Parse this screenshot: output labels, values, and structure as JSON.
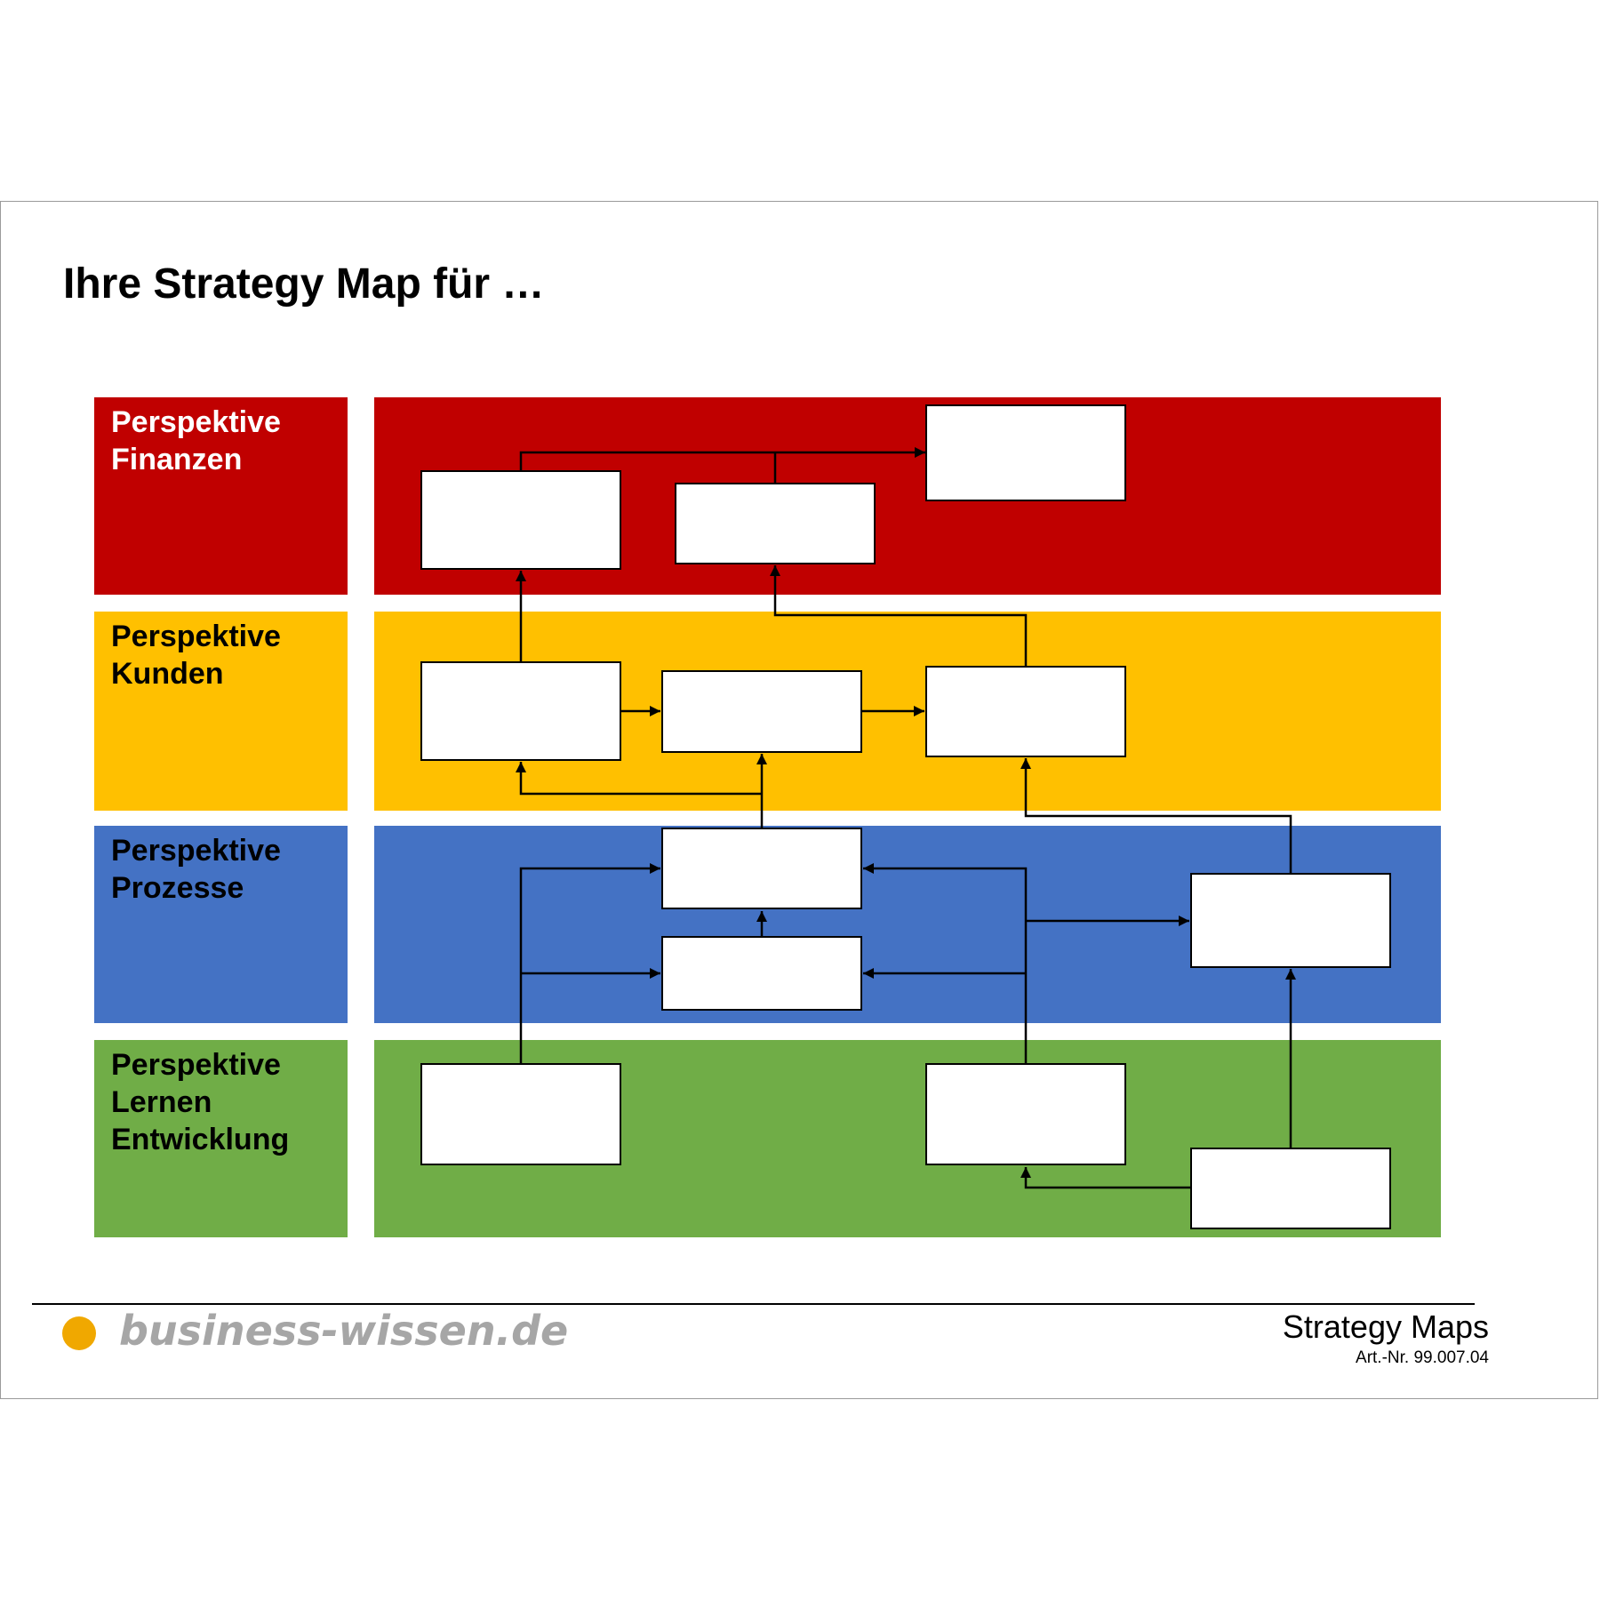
{
  "page": {
    "title": "Ihre Strategy Map für …"
  },
  "perspectives": [
    {
      "id": "finanzen",
      "label": "Perspektive\nFinanzen",
      "color": "#C00000",
      "label_color": "#FFFFFF"
    },
    {
      "id": "kunden",
      "label": "Perspektive\nKunden",
      "color": "#FFC000",
      "label_color": "#000000"
    },
    {
      "id": "prozesse",
      "label": "Perspektive\nProzesse",
      "color": "#4472C4",
      "label_color": "#000000"
    },
    {
      "id": "lernen",
      "label": "Perspektive\nLernen\nEntwicklung",
      "color": "#70AD47",
      "label_color": "#000000"
    }
  ],
  "footer": {
    "logo_text": "business-wissen.de",
    "logo_dot_color": "#F0A800",
    "document_title": "Strategy Maps",
    "article_number": "Art.-Nr. 99.007.04"
  }
}
